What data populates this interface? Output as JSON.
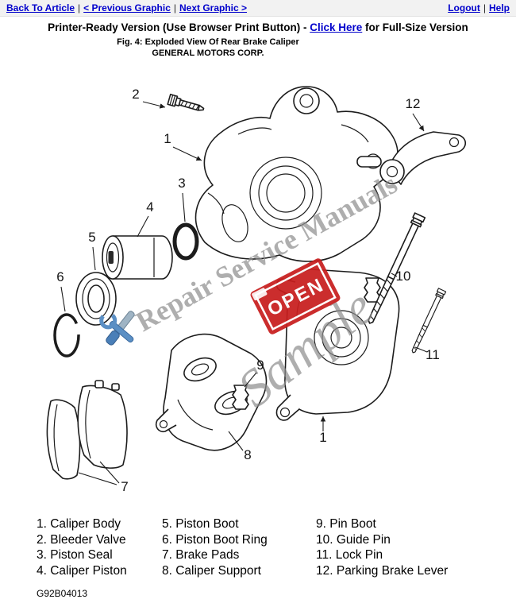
{
  "nav": {
    "back_to_article": "Back To Article",
    "previous_graphic": "< Previous Graphic",
    "next_graphic": "Next Graphic >",
    "logout": "Logout",
    "help": "Help",
    "separator": "|"
  },
  "header": {
    "printer_before": "Printer-Ready Version (Use Browser Print Button) - ",
    "printer_link": "Click Here",
    "printer_after": " for Full-Size Version",
    "figure_caption": "Fig. 4: Exploded View Of Rear Brake Caliper",
    "company": "GENERAL MOTORS CORP."
  },
  "diagram": {
    "callouts": [
      "1",
      "2",
      "3",
      "4",
      "5",
      "6",
      "7",
      "8",
      "9",
      "10",
      "11",
      "12"
    ],
    "watermark_text": "Repair Service Manuals",
    "watermark_sample": "Sample",
    "open_sign_text": "OPEN",
    "colors": {
      "watermark_gray": "#909090",
      "open_red": "#c81e1e",
      "line_art": "#1c1c1c",
      "link_blue": "#0000cc"
    }
  },
  "legend": {
    "columns": [
      {
        "items": [
          "1. Caliper Body",
          "2. Bleeder Valve",
          "3. Piston Seal",
          "4. Caliper Piston"
        ]
      },
      {
        "items": [
          "5. Piston Boot",
          "6. Piston Boot Ring",
          "7. Brake Pads",
          "8. Caliper Support"
        ]
      },
      {
        "items": [
          "9. Pin Boot",
          "10. Guide Pin",
          "11. Lock Pin",
          "12. Parking Brake Lever"
        ]
      }
    ]
  },
  "footer": {
    "part_number": "G92B04013"
  }
}
